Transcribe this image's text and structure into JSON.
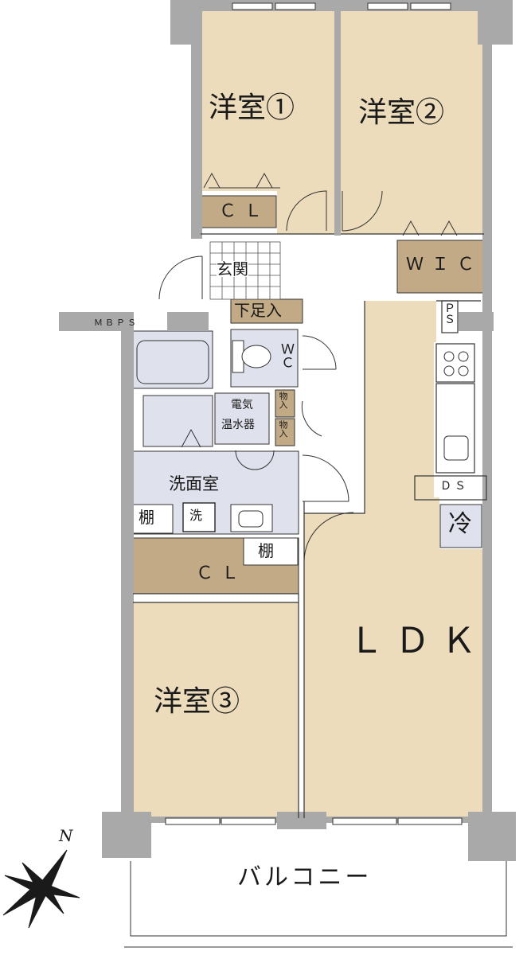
{
  "rooms": {
    "western_1": "洋室①",
    "western_2": "洋室②",
    "western_3": "洋室③",
    "ldk": "ＬＤＫ",
    "closet_1": "ＣＬ",
    "closet_3": "ＣＬ",
    "wic": "ＷＩＣ",
    "entrance": "玄関",
    "shoe_box": "下足入",
    "wc": "ＷＣ",
    "water_heater_1": "電気",
    "water_heater_2": "温水器",
    "storage_1": "物入",
    "storage_2": "物入",
    "washroom": "洗面室",
    "shelf_1": "棚",
    "shelf_2": "棚",
    "washer": "洗",
    "ps": "ＰＳ",
    "ds": "ＤＳ",
    "fridge": "冷",
    "mbps": "ＭＢＰＳ",
    "balcony": "バルコニー"
  },
  "compass": {
    "north": "N"
  },
  "colors": {
    "wall": "#a9a9a9",
    "room_floor": "#ecdcbc",
    "closet": "#c2aa87",
    "wet_area": "#dfe2ec",
    "outline": "#333333"
  }
}
